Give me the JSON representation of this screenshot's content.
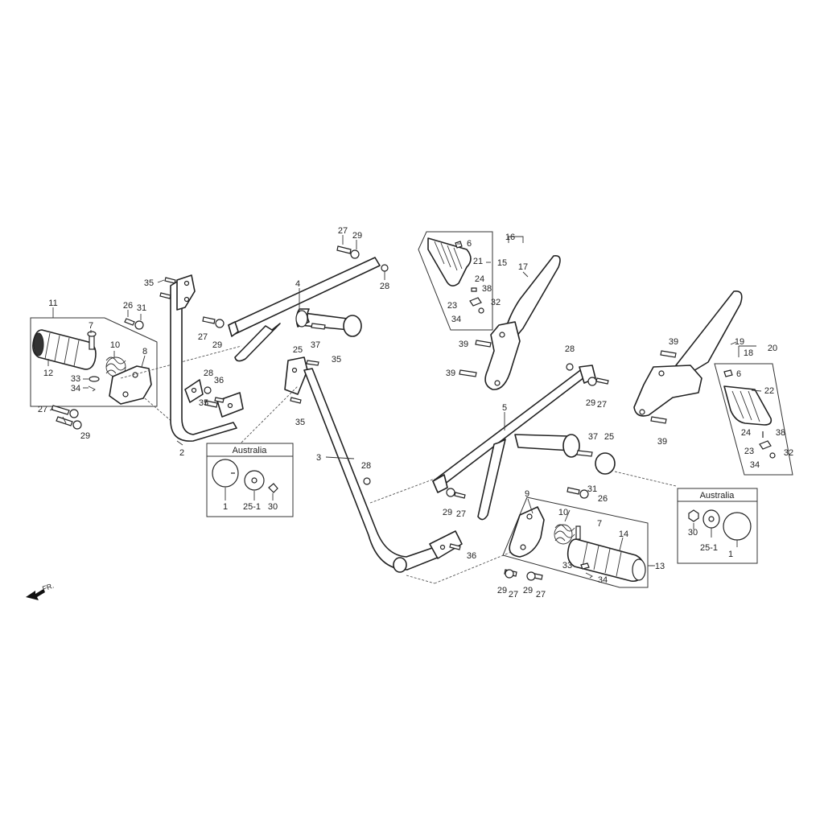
{
  "region_label": "Australia",
  "direction_label": "FR.",
  "callouts": {
    "c1a": "1",
    "c1b": "1",
    "c2": "2",
    "c3": "3",
    "c4": "4",
    "c5": "5",
    "c6a": "6",
    "c6b": "6",
    "c7a": "7",
    "c7b": "7",
    "c8": "8",
    "c9": "9",
    "c10a": "10",
    "c10b": "10",
    "c11": "11",
    "c12": "12",
    "c13": "13",
    "c14": "14",
    "c15": "15",
    "c16": "16",
    "c17": "17",
    "c18": "18",
    "c19": "19",
    "c20": "20",
    "c21": "21",
    "c22": "22",
    "c23a": "23",
    "c23b": "23",
    "c24a": "24",
    "c24b": "24",
    "c25a": "25",
    "c25b": "25",
    "c251a": "25-1",
    "c251b": "25-1",
    "c26a": "26",
    "c26b": "26",
    "c27a": "27",
    "c27b": "27",
    "c27c": "27",
    "c27d": "27",
    "c27e": "27",
    "c27f": "27",
    "c27g": "27",
    "c28a": "28",
    "c28b": "28",
    "c28c": "28",
    "c28d": "28",
    "c29a": "29",
    "c29b": "29",
    "c29c": "29",
    "c29d": "29",
    "c29e": "29",
    "c29f": "29",
    "c29g": "29",
    "c30a": "30",
    "c30b": "30",
    "c31a": "31",
    "c31b": "31",
    "c32a": "32",
    "c32b": "32",
    "c33a": "33",
    "c33b": "33",
    "c34a": "34",
    "c34b": "34",
    "c34c": "34",
    "c35a": "35",
    "c35b": "35",
    "c35c": "35",
    "c36a": "36",
    "c36b": "36",
    "c37a": "37",
    "c37b": "37",
    "c38a": "38",
    "c38b": "38",
    "c39a": "39",
    "c39b": "39",
    "c39c": "39",
    "c39d": "39"
  }
}
